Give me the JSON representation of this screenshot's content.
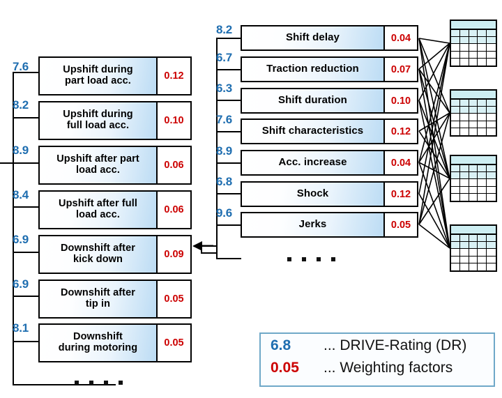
{
  "diagram": {
    "title": "DRIVE-Rating weighting hierarchy",
    "colors": {
      "rating_blue": "#1f6eb0",
      "weight_red": "#cc0000",
      "box_gradient_end": "#bcdcf4",
      "legend_border": "#6fa8c8",
      "grid_header": "#cdeef2"
    }
  },
  "left_column": {
    "name": "maneuver-list",
    "items": [
      {
        "rating": "7.6",
        "label": "Upshift during\npart load acc.",
        "line1": "Upshift during",
        "line2": "part load acc.",
        "weight": "0.12"
      },
      {
        "rating": "8.2",
        "label": "Upshift during\nfull load acc.",
        "line1": "Upshift during",
        "line2": "full load acc.",
        "weight": "0.10"
      },
      {
        "rating": "8.9",
        "label": "Upshift after part\nload acc.",
        "line1": "Upshift after part",
        "line2": "load acc.",
        "weight": "0.06"
      },
      {
        "rating": "8.4",
        "label": "Upshift after full\nload acc.",
        "line1": "Upshift after full",
        "line2": "load acc.",
        "weight": "0.06"
      },
      {
        "rating": "6.9",
        "label": "Downshift after\nkick down",
        "line1": "Downshift after",
        "line2": "kick down",
        "weight": "0.09"
      },
      {
        "rating": "6.9",
        "label": "Downshift after\ntip in",
        "line1": "Downshift after",
        "line2": "tip in",
        "weight": "0.05"
      },
      {
        "rating": "8.1",
        "label": "Downshift\nduring motoring",
        "line1": "Downshift",
        "line2": "during motoring",
        "weight": "0.05"
      }
    ],
    "ellipsis": "...."
  },
  "middle_column": {
    "name": "criteria-list",
    "items": [
      {
        "rating": "8.2",
        "label": "Shift delay",
        "weight": "0.04"
      },
      {
        "rating": "6.7",
        "label": "Traction reduction",
        "weight": "0.07"
      },
      {
        "rating": "6.3",
        "label": "Shift duration",
        "weight": "0.10"
      },
      {
        "rating": "7.6",
        "label": "Shift characteristics",
        "weight": "0.12"
      },
      {
        "rating": "8.9",
        "label": "Acc. increase",
        "weight": "0.04"
      },
      {
        "rating": "6.8",
        "label": "Shock",
        "weight": "0.12"
      },
      {
        "rating": "9.6",
        "label": "Jerks",
        "weight": "0.05"
      }
    ],
    "ellipsis": "...."
  },
  "right_column": {
    "name": "measurement-tables",
    "count": 4,
    "items": [
      {
        "icon": "table-grid-icon"
      },
      {
        "icon": "table-grid-icon"
      },
      {
        "icon": "table-grid-icon"
      },
      {
        "icon": "table-grid-icon"
      }
    ]
  },
  "legend": {
    "rows": [
      {
        "key": "6.8",
        "desc": "... DRIVE-Rating (DR)"
      },
      {
        "key": "0.05",
        "desc": "... Weighting factors"
      }
    ]
  }
}
